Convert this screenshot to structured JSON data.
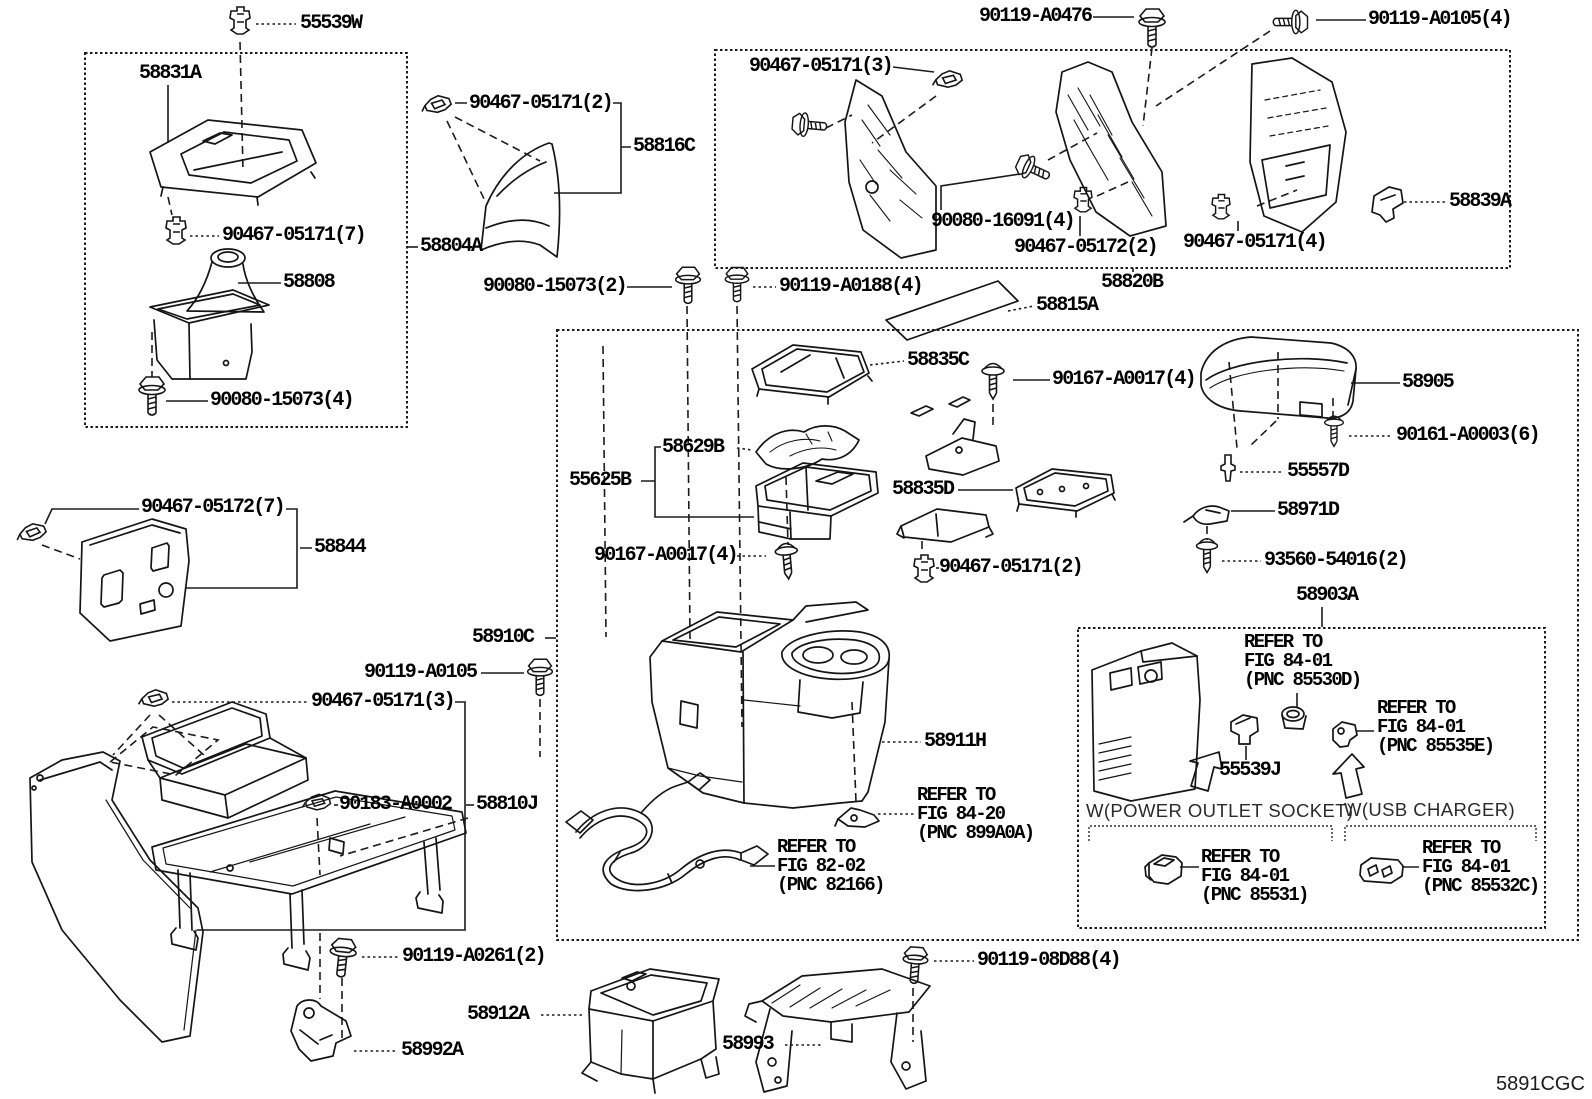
{
  "figure": {
    "code": "5891CGC"
  },
  "labels": {
    "clip_55539w": "55539W",
    "panel_58831a": "58831A",
    "clip_90467_05171_7": "90467-05171(7)",
    "boot_58808": "58808",
    "bolt_90080_15073_4": "90080-15073(4)",
    "group_58804a": "58804A",
    "clip_90467_05171_2_top": "90467-05171(2)",
    "sail_58816c": "58816C",
    "clip_90467_05171_3_box": "90467-05171(3)",
    "bolt_90119_a0476": "90119-A0476",
    "bolt_90119_a0105_4": "90119-A0105(4)",
    "bolt_90080_16091_4": "90080-16091(4)",
    "clip_90467_05172_2": "90467-05172(2)",
    "clip_90467_05171_4": "90467-05171(4)",
    "part_58839a": "58839A",
    "group_58820b": "58820B",
    "mat_58815a": "58815A",
    "bolt_90080_15073_2": "90080-15073(2)",
    "bolt_90119_a0188_4": "90119-A0188(4)",
    "tray_58835c": "58835C",
    "screw_90167_a0017_4_upper": "90167-A0017(4)",
    "lid_58905": "58905",
    "bolt_90161_a0003_6": "90161-A0003(6)",
    "clip_55557d": "55557D",
    "mat_58629b": "58629B",
    "box_55625b": "55625B",
    "tray_58835d": "58835D",
    "screw_90167_a0017_4_lower": "90167-A0017(4)",
    "clip_90467_05171_2_mid": "90467-05171(2)",
    "part_58971d": "58971D",
    "screw_93560_54016_2": "93560-54016(2)",
    "panel_58903a": "58903A",
    "clip_90467_05172_7": "90467-05172(7)",
    "bracket_58844": "58844",
    "box_58910c": "58910C",
    "bolt_90119_a0105": "90119-A0105",
    "clip_90467_05171_3_lower": "90467-05171(3)",
    "clip_90183_a0002": "90183-A0002",
    "frame_58810j": "58810J",
    "console_58911h": "58911H",
    "bolt_90119_a0261_2": "90119-A0261(2)",
    "bracket_58992a": "58992A",
    "box_58912a": "58912A",
    "bracket_58993": "58993",
    "bolt_90119_08d88_4": "90119-08D88(4)",
    "clip_55539j": "55539J"
  },
  "notes": {
    "fig_84_20": [
      "REFER TO",
      "FIG 84-20",
      "(PNC 899A0A)"
    ],
    "fig_82_02": [
      "REFER TO",
      "FIG 82-02",
      "(PNC 82166)"
    ],
    "fig_84_01_85530d": [
      "REFER TO",
      "FIG 84-01",
      "(PNC 85530D)"
    ],
    "fig_84_01_85535e": [
      "REFER TO",
      "FIG 84-01",
      "(PNC 85535E)"
    ],
    "fig_84_01_85531": [
      "REFER TO",
      "FIG 84-01",
      "(PNC 85531)"
    ],
    "fig_84_01_85532c": [
      "REFER TO",
      "FIG 84-01",
      "(PNC 85532C)"
    ]
  },
  "captions": {
    "power_outlet": "W(POWER OUTLET SOCKET)",
    "usb_charger": "W(USB CHARGER)"
  }
}
